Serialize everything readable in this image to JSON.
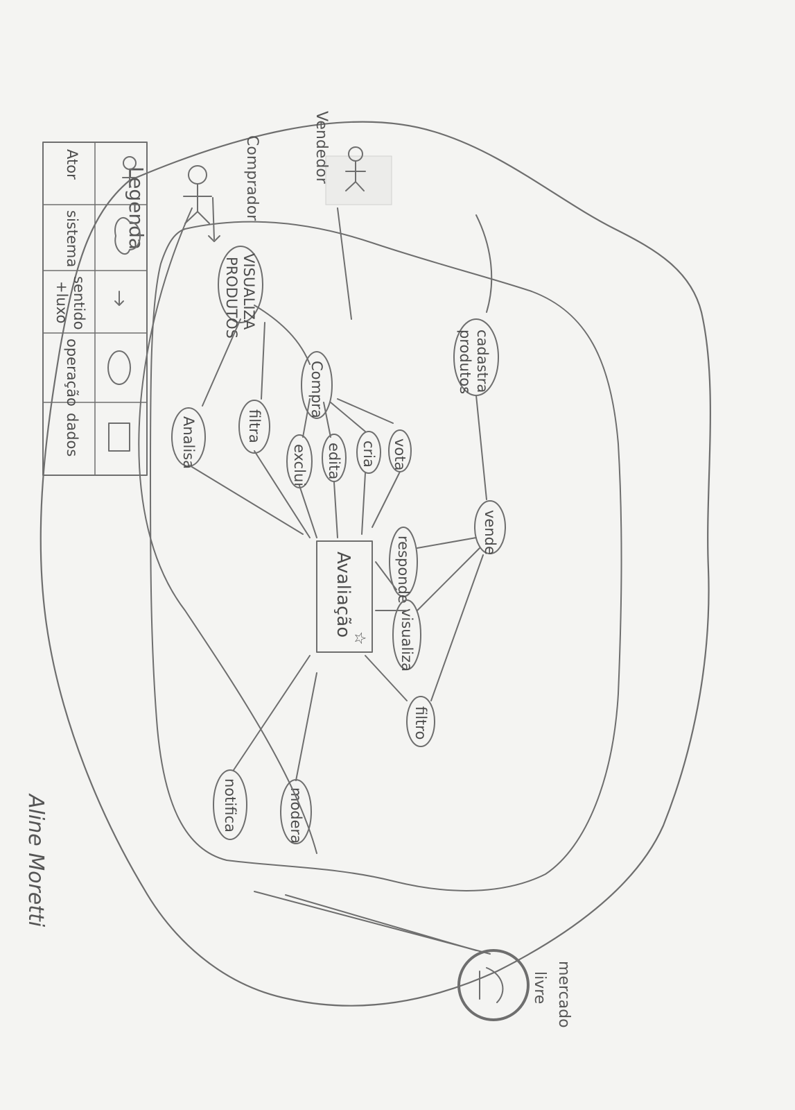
{
  "actors": {
    "comprador": "Comprador",
    "vendedor": "Vendedor"
  },
  "system": {
    "name_line1": "mercado",
    "name_line2": "livre"
  },
  "operations": {
    "visualiza_produtos_1": "VISUALIZA",
    "visualiza_produtos_2": "PRODUTOS",
    "compra": "Compra",
    "filtra": "filtra",
    "analisa": "Analisa",
    "exclui": "exclui",
    "edita": "edita",
    "cria": "cria",
    "vota": "vota",
    "cadastra_produtos_1": "cadastra",
    "cadastra_produtos_2": "produtos",
    "vende": "vende",
    "responde": "responde",
    "visualiza": "visualiza",
    "filtro": "filtro",
    "notifica": "notifica",
    "modera": "modera"
  },
  "data_store": {
    "avaliacao": "Avaliação",
    "star": "☆"
  },
  "legend": {
    "title": "Legenda",
    "items": [
      {
        "symbol": "stick-figure",
        "label": "Ator"
      },
      {
        "symbol": "cloud",
        "label": "sistema"
      },
      {
        "symbol": "arrow",
        "label_line1": "sentido",
        "label_line2": "+luxo"
      },
      {
        "symbol": "ellipse",
        "label": "operação"
      },
      {
        "symbol": "rectangle",
        "label": "dados"
      }
    ]
  },
  "signature": "Aline Moretti"
}
